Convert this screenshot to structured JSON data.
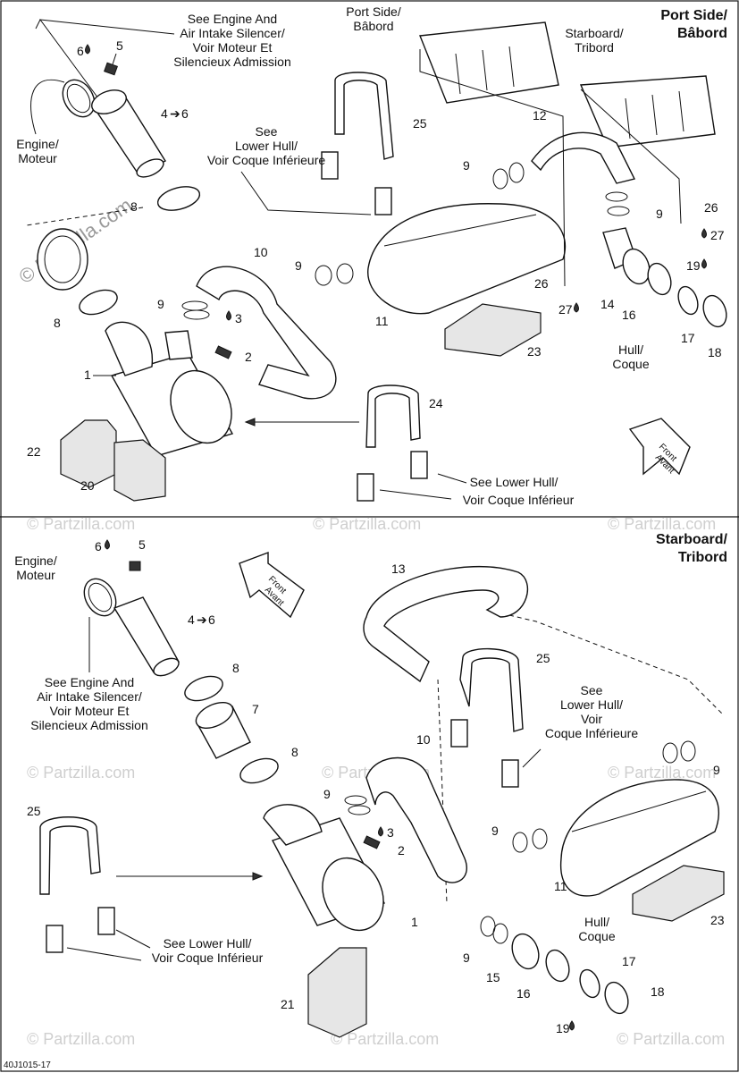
{
  "diagram_code": "40J1015-17",
  "panels": {
    "top": {
      "title_line1": "Port Side/",
      "title_line2": "Bâbord",
      "notes": {
        "engine_air_intake_1": "See Engine And",
        "engine_air_intake_2": "Air Intake Silencer/",
        "engine_air_intake_3": "Voir Moteur Et",
        "engine_air_intake_4": "Silencieux Admission",
        "engine_1": "Engine/",
        "engine_2": "Moteur",
        "lower_hull_a_1": "See",
        "lower_hull_a_2": "Lower Hull/",
        "lower_hull_a_3": "Voir Coque Inférieure",
        "port_side_1": "Port Side/",
        "port_side_2": "Bâbord",
        "starboard_1": "Starboard/",
        "starboard_2": "Tribord",
        "hull_1": "Hull/",
        "hull_2": "Coque",
        "lower_hull_b_1": "See Lower Hull/",
        "lower_hull_b_2": "Voir Coque Inférieur",
        "front_1": "Front",
        "front_2": "Avant"
      },
      "callouts": {
        "c6": "6",
        "c5": "5",
        "c4": "4",
        "c4to": "6",
        "c8a": "8",
        "c8b": "8",
        "c10": "10",
        "c9a": "9",
        "c9b": "9",
        "c9c": "9",
        "c9d": "9",
        "c3": "3",
        "c2": "2",
        "c1": "1",
        "c22": "22",
        "c20": "20",
        "c25": "25",
        "c24": "24",
        "c12": "12",
        "c11": "11",
        "c23": "23",
        "c26a": "26",
        "c27a": "27",
        "c14": "14",
        "c16": "16",
        "c17": "17",
        "c18": "18",
        "c19": "19",
        "c26b": "26",
        "c27b": "27"
      }
    },
    "bottom": {
      "title_line1": "Starboard/",
      "title_line2": "Tribord",
      "notes": {
        "engine_1": "Engine/",
        "engine_2": "Moteur",
        "engine_air_intake_1": "See Engine And",
        "engine_air_intake_2": "Air Intake Silencer/",
        "engine_air_intake_3": "Voir Moteur Et",
        "engine_air_intake_4": "Silencieux Admission",
        "front_1": "Front",
        "front_2": "Avant",
        "lower_hull_a_1": "See",
        "lower_hull_a_2": "Lower Hull/",
        "lower_hull_a_3": "Voir",
        "lower_hull_a_4": "Coque Inférieure",
        "lower_hull_b_1": "See Lower Hull/",
        "lower_hull_b_2": "Voir Coque Inférieur",
        "hull_1": "Hull/",
        "hull_2": "Coque"
      },
      "callouts": {
        "c6": "6",
        "c5": "5",
        "c4": "4",
        "c4to": "6",
        "c8a": "8",
        "c7": "7",
        "c8b": "8",
        "c13": "13",
        "c25a": "25",
        "c25b": "25",
        "c10": "10",
        "c9a": "9",
        "c9b": "9",
        "c9c": "9",
        "c9d": "9",
        "c3": "3",
        "c2": "2",
        "c1": "1",
        "c11": "11",
        "c23": "23",
        "c21": "21",
        "c15": "15",
        "c16": "16",
        "c17": "17",
        "c18": "18",
        "c19": "19"
      }
    }
  },
  "watermark": "© Partzilla.com",
  "icons": {
    "drop": "adhesive-drop-icon",
    "arrow": "right-arrow-icon"
  },
  "colors": {
    "line": "#111111",
    "watermark": "#cfcfcf"
  }
}
